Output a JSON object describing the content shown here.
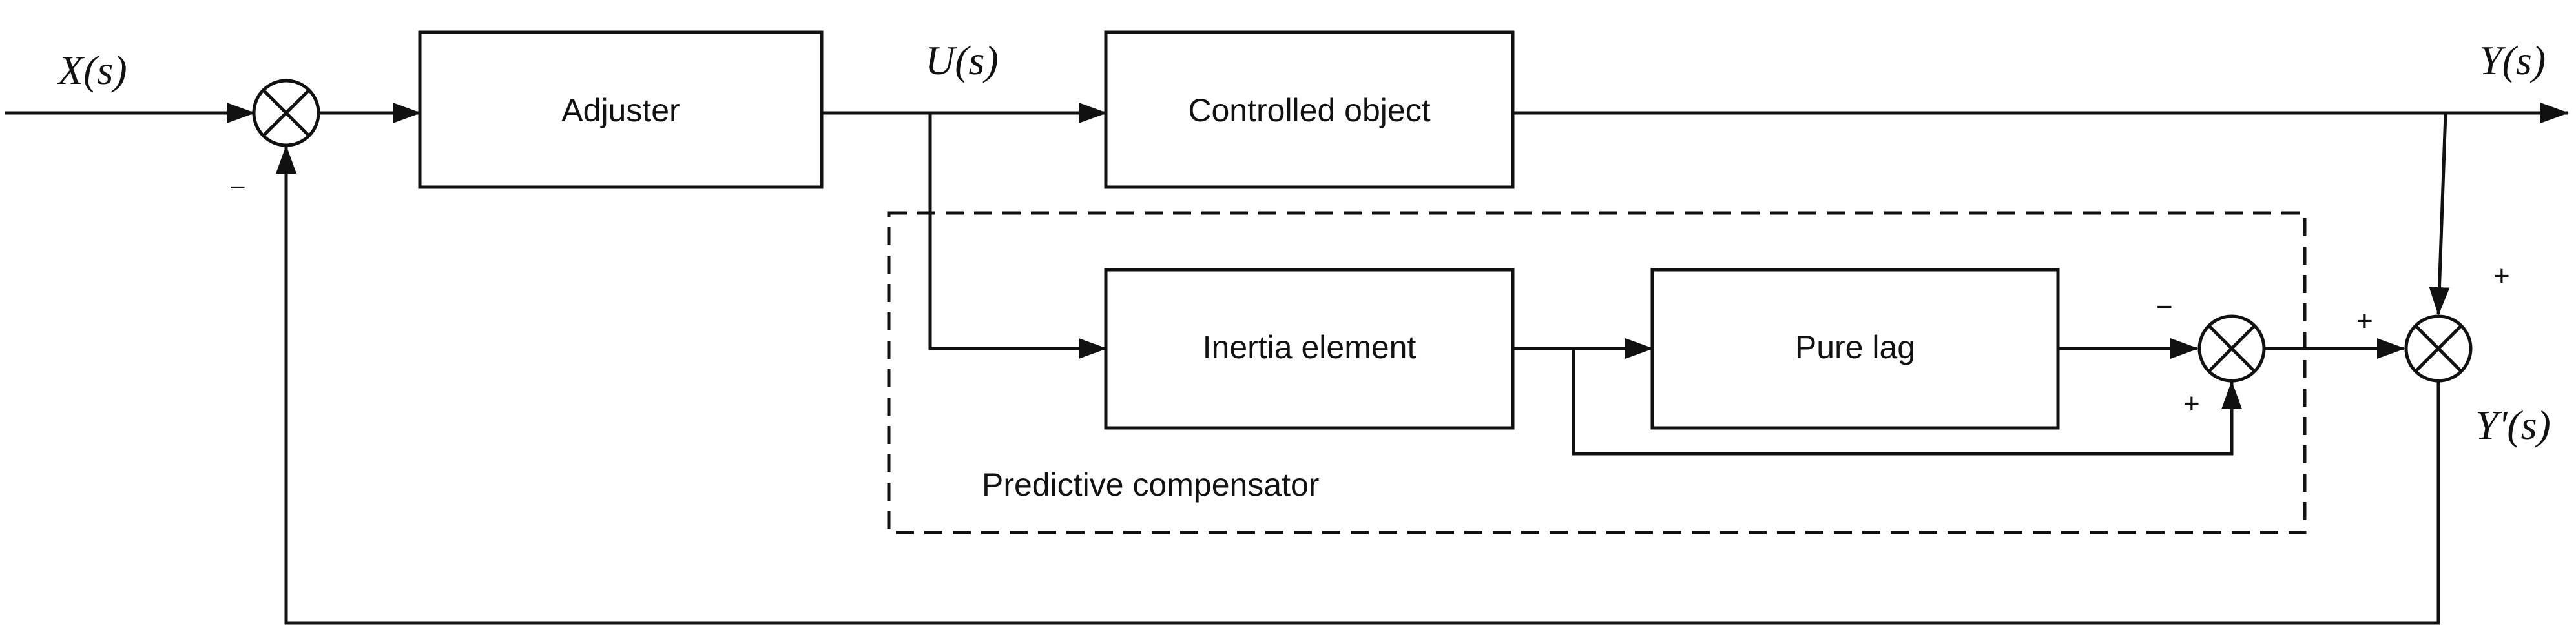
{
  "blocks": {
    "adjuster": "Adjuster",
    "controlled_object": "Controlled object",
    "inertia_element": "Inertia element",
    "pure_lag": "Pure lag"
  },
  "signals": {
    "input": "X(s)",
    "control": "U(s)",
    "output": "Y(s)",
    "compensated_output": "Y'(s)"
  },
  "signs": {
    "main_feedback": "−",
    "compensator_pure_lag": "−",
    "compensator_inertia": "+",
    "final_compensator": "+",
    "final_output": "+"
  },
  "compensator_label": "Predictive compensator",
  "colors": {
    "line": "#111111",
    "background": "#ffffff"
  }
}
